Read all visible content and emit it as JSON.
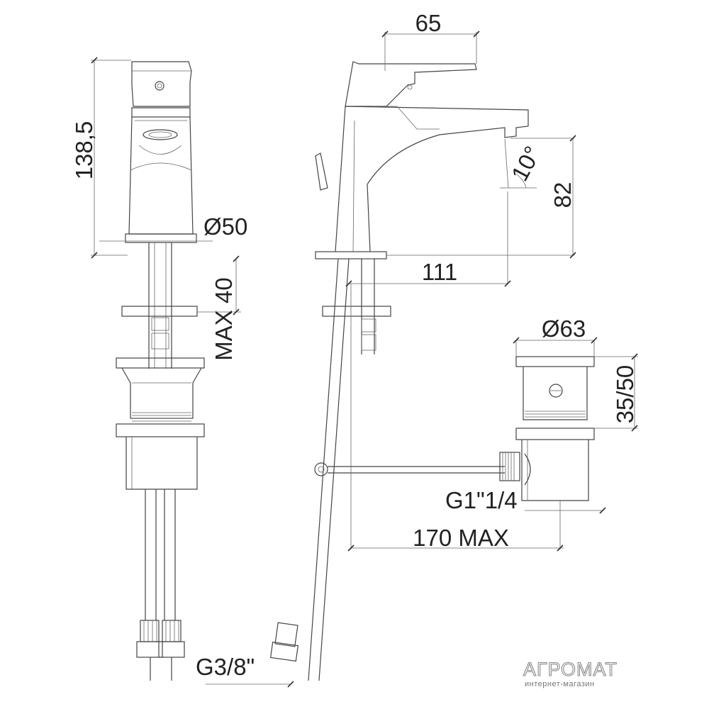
{
  "drawing": {
    "dimensions": {
      "width_top": "65",
      "height_front": "138,5",
      "base_diameter": "Ø50",
      "max_deck": "MAX 40",
      "spout_angle": "10°",
      "spout_height": "82",
      "spout_reach": "111",
      "waste_diameter": "Ø63",
      "waste_height": "35/50",
      "waste_thread": "G1\"1/4",
      "rod_length": "170 MAX",
      "hose_thread": "G3/8\""
    }
  },
  "watermark": {
    "brand": "АГРОМАТ",
    "tagline": "интернет-магазин"
  }
}
